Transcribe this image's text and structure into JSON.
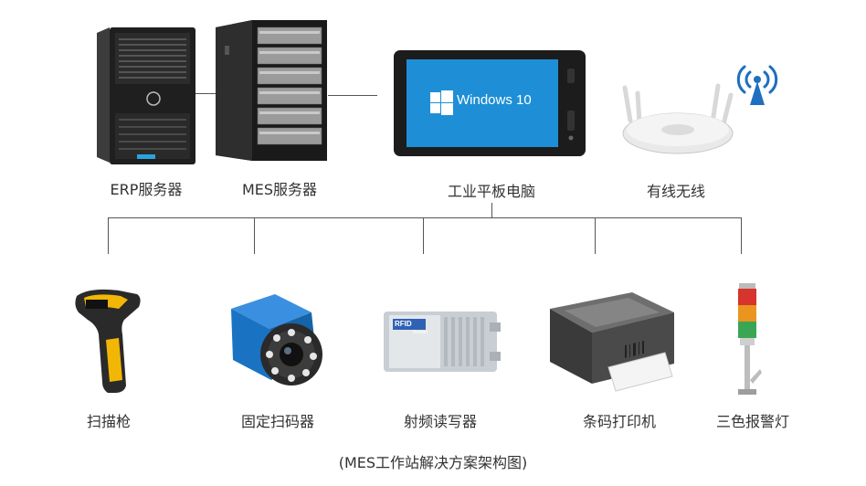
{
  "top_row": {
    "erp_server": {
      "label": "ERP服务器"
    },
    "mes_server": {
      "label": "MES服务器"
    },
    "tablet": {
      "label": "工业平板电脑",
      "screen_text": "Windows 10"
    },
    "wireless": {
      "label": "有线无线"
    }
  },
  "bottom_row": {
    "scanner_gun": {
      "label": "扫描枪"
    },
    "fixed_scanner": {
      "label": "固定扫码器"
    },
    "rfid_reader": {
      "label": "射频读写器",
      "device_text": "RFID",
      "device_subtext": "Reader"
    },
    "barcode_printer": {
      "label": "条码打印机"
    },
    "signal_tower": {
      "label": "三色报警灯"
    }
  },
  "caption": "(MES工作站解决方案架构图)",
  "colors": {
    "line": "#555555",
    "tablet_screen": "#1e8fd6",
    "wifi_icon": "#1f6fc0",
    "scanner_yellow": "#f2b705",
    "fixed_scanner_blue": "#1a73c2",
    "tower_red": "#d6342c",
    "tower_orange": "#e9951f",
    "tower_green": "#3aa655"
  }
}
